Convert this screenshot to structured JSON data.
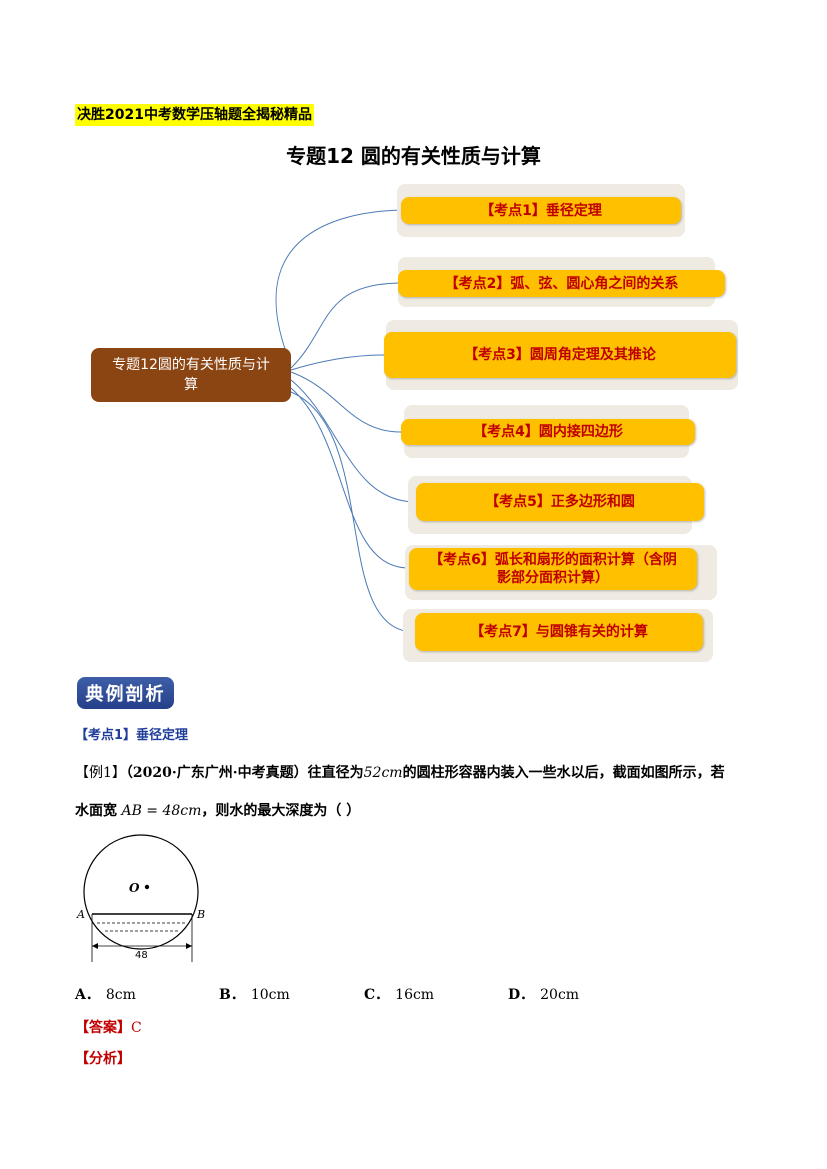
{
  "header": {
    "series_tag": "决胜2021中考数学压轴题全揭秘精品",
    "title": "专题12  圆的有关性质与计算"
  },
  "mindmap": {
    "root": "专题12圆的有关性质与计算",
    "nodes": [
      {
        "label": "【考点1】垂径定理"
      },
      {
        "label": "【考点2】弧、弦、圆心角之间的关系"
      },
      {
        "label": "【考点3】圆周角定理及其推论"
      },
      {
        "label": "【考点4】圆内接四边形"
      },
      {
        "label": "【考点5】正多边形和圆"
      },
      {
        "label": "【考点6】弧长和扇形的面积计算（含阴影部分面积计算）"
      },
      {
        "label": "【考点7】与圆锥有关的计算"
      }
    ]
  },
  "section": {
    "badge": "典例剖析",
    "kp1_heading": "【考点1】垂径定理"
  },
  "example": {
    "label": "【例1】",
    "source": "（2020·广东广州·中考真题）",
    "text_a": "往直径为",
    "diameter": "52cm",
    "text_b": "的圆柱形容器内装入一些水以后，截面如图所示，若",
    "text_c": "水面宽",
    "ab_expr": "AB = 48cm",
    "text_d": "，则水的最大深度为（   ）",
    "figure": {
      "center_label": "O",
      "point_a": "A",
      "point_b": "B",
      "width_label": "48"
    },
    "choices": [
      {
        "letter": "A．",
        "value": "8cm"
      },
      {
        "letter": "B．",
        "value": "10cm"
      },
      {
        "letter": "C．",
        "value": "16cm"
      },
      {
        "letter": "D．",
        "value": "20cm"
      }
    ],
    "answer_label": "【答案】",
    "answer_value": "C",
    "analysis_label": "【分析】"
  }
}
